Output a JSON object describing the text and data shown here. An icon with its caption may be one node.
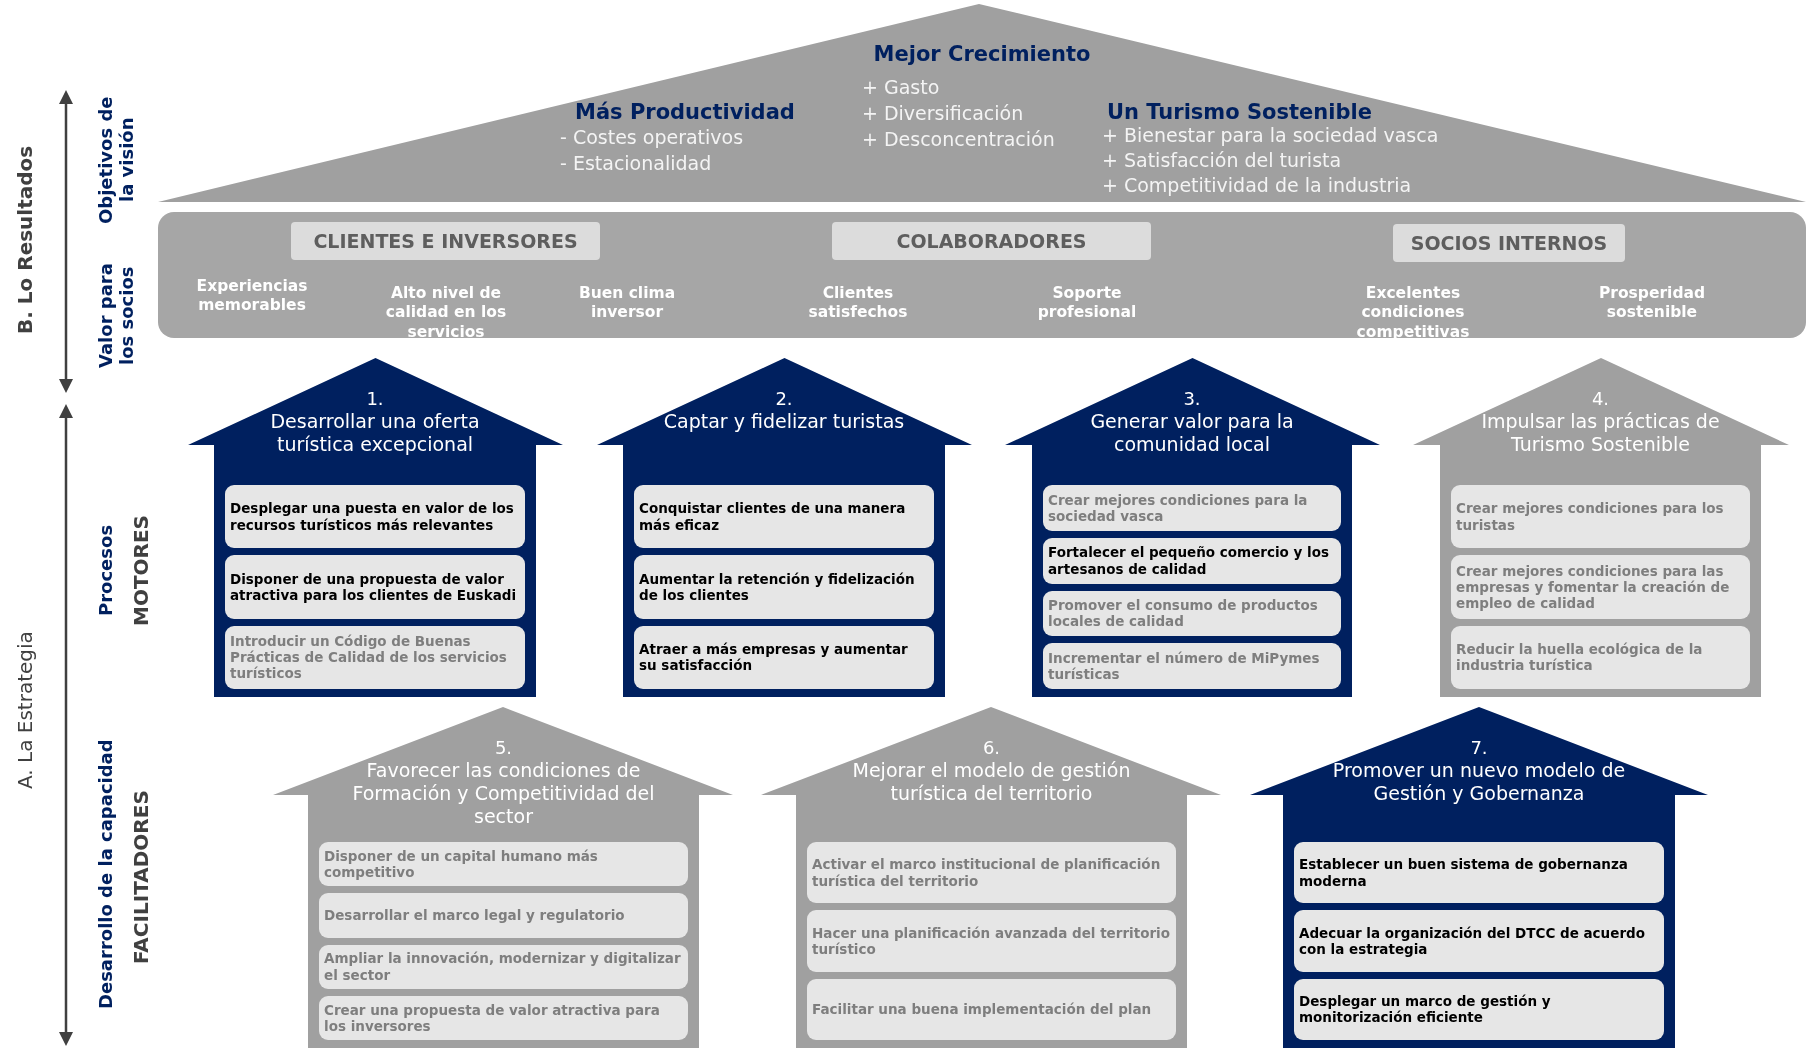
{
  "diagram": {
    "nodes": [
      {
        "text": [
          "Mejor Crecimiento",
          "+ Gasto",
          "+ Diversificación",
          "+ Desconcentración",
          "Más Productividad",
          "- Costes operativos",
          "- Estacionalidad",
          "Un Turismo Sostenible",
          "+ Bienestar para la sociedad vasca",
          "+ Satisfacción del turista",
          "+ Competitividad de la industria"
        ]
      },
      {
        "text": [
          "Experiencias memorables",
          "Alto nivel de calidad en los servicios",
          "Buen clima inversor",
          "Clientes satisfechos",
          "Soporte profesional",
          "Excelentes condiciones competitivas",
          "Prosperidad sostenible"
        ]
      },
      {
        "text": [
          "CLIENTES E INVERSORES"
        ],
        "in": 1
      },
      {
        "text": [
          "COLABORADORES"
        ],
        "in": 1
      },
      {
        "text": [
          "SOCIOS INTERNOS"
        ],
        "in": 1
      },
      {
        "text": [
          "1.",
          "Desarrollar una oferta turística excepcional"
        ]
      },
      {
        "text": [
          "Desplegar una puesta en valor de los recursos turísticos más relevantes"
        ],
        "in": 5
      },
      {
        "text": [
          "Disponer de una propuesta de valor atractiva para los clientes de Euskadi"
        ],
        "in": 5
      },
      {
        "text": [
          "Introducir un Código de Buenas Prácticas de Calidad de los servicios turísticos"
        ],
        "in": 5
      },
      {
        "text": [
          "2.",
          "Captar y fidelizar turistas"
        ]
      },
      {
        "text": [
          "Conquistar clientes de una manera más eficaz"
        ],
        "in": 9
      },
      {
        "text": [
          "Aumentar la retención y fidelización de los clientes"
        ],
        "in": 9
      },
      {
        "text": [
          "Atraer a más empresas y aumentar su satisfacción"
        ],
        "in": 9
      },
      {
        "text": [
          "3.",
          "Generar valor para la comunidad local"
        ]
      },
      {
        "text": [
          "Crear mejores condiciones para la sociedad vasca"
        ],
        "in": 13
      },
      {
        "text": [
          "Fortalecer el pequeño comercio y los artesanos de calidad"
        ],
        "in": 13
      },
      {
        "text": [
          "Promover el consumo de productos locales de calidad"
        ],
        "in": 13
      },
      {
        "text": [
          "Incrementar el número de MiPymes turísticas"
        ],
        "in": 13
      },
      {
        "text": [
          "4.",
          "Impulsar las prácticas de Turismo Sostenible"
        ]
      },
      {
        "text": [
          "Crear mejores condiciones para los turistas"
        ],
        "in": 18
      },
      {
        "text": [
          "Crear mejores condiciones para las empresas y fomentar la creación de empleo de calidad"
        ],
        "in": 18
      },
      {
        "text": [
          "Reducir la huella ecológica de la industria turística"
        ],
        "in": 18
      },
      {
        "text": [
          "5.",
          "Favorecer las condiciones de Formación y Competitividad del sector"
        ]
      },
      {
        "text": [
          "Disponer de un capital humano más competitivo"
        ],
        "in": 22
      },
      {
        "text": [
          "Desarrollar el marco legal y regulatorio"
        ],
        "in": 22
      },
      {
        "text": [
          "Ampliar la innovación, modernizar y digitalizar el sector"
        ],
        "in": 22
      },
      {
        "text": [
          "Crear una propuesta de valor atractiva para los inversores"
        ],
        "in": 22
      },
      {
        "text": [
          "6.",
          "Mejorar el modelo de gestión turística del territorio"
        ]
      },
      {
        "text": [
          "Activar el marco institucional de planificación turística del territorio"
        ],
        "in": 27
      },
      {
        "text": [
          "Hacer una planificación avanzada del territorio turístico"
        ],
        "in": 27
      },
      {
        "text": [
          "Facilitar una buena implementación del plan"
        ],
        "in": 27
      },
      {
        "text": [
          "7.",
          "Promover un nuevo modelo de Gestión y Gobernanza"
        ]
      },
      {
        "text": [
          "Establecer un buen sistema de gobernanza moderna"
        ],
        "in": 31
      },
      {
        "text": [
          "Adecuar la organización del DTCC de acuerdo con la estrategia"
        ],
        "in": 31
      },
      {
        "text": [
          "Desplegar un marco de gestión y monitorización eficiente"
        ],
        "in": 31
      }
    ],
    "labels": [
      "B. Lo Resultados",
      "Objetivos de la visión",
      "Valor para los socios",
      "A. La Estrategia",
      "Procesos",
      "MOTORES",
      "Desarrollo de la capacidad",
      "FACILITADORES"
    ]
  }
}
